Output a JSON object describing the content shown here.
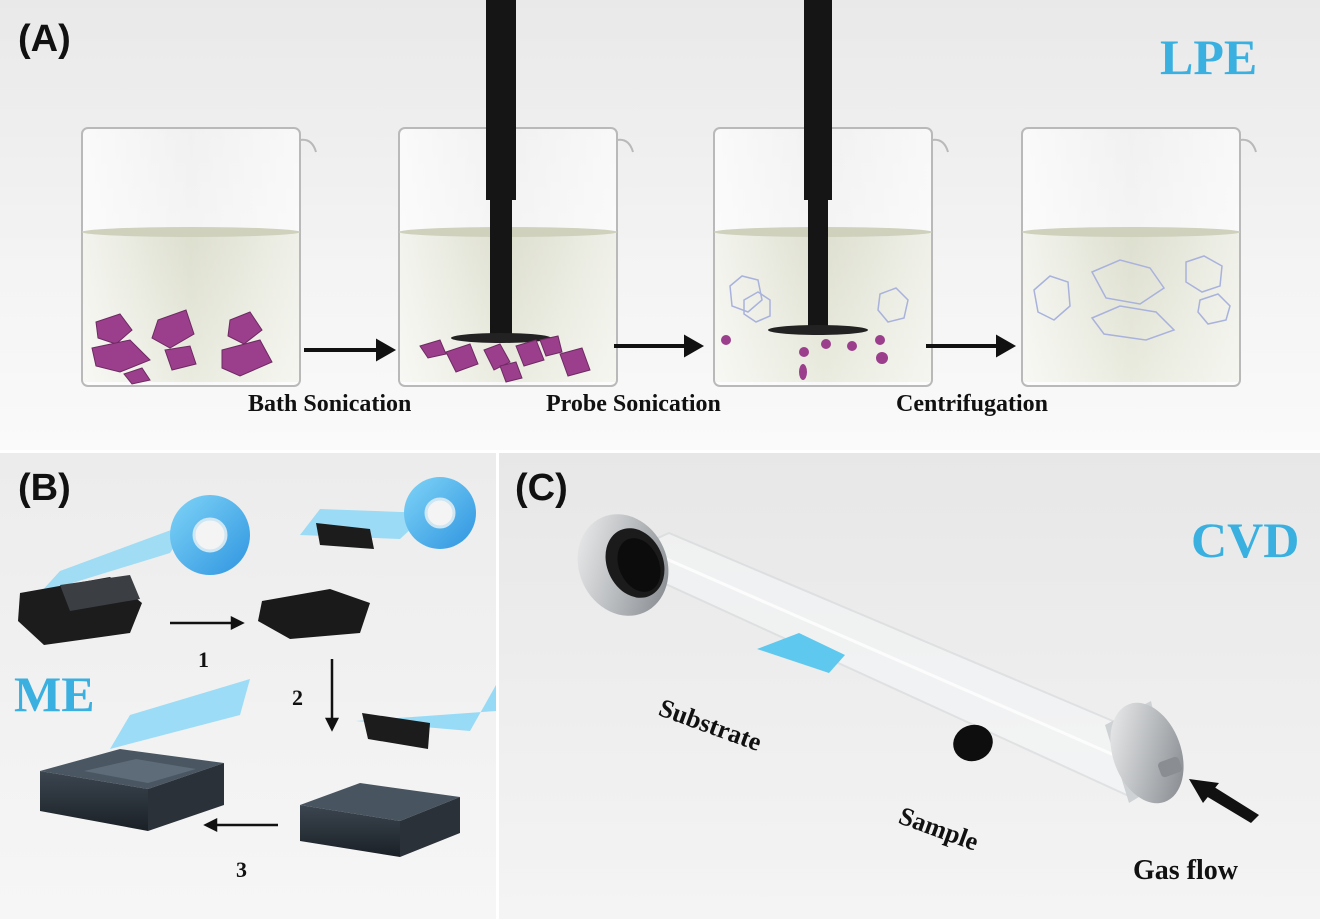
{
  "panel_a": {
    "label": "(A)",
    "method": "LPE",
    "steps": [
      "Bath Sonication",
      "Probe Sonication",
      "Centrifugation"
    ]
  },
  "panel_b": {
    "label": "(B)",
    "method": "ME",
    "steps": [
      "1",
      "2",
      "3"
    ]
  },
  "panel_c": {
    "label": "(C)",
    "method": "CVD",
    "labels": {
      "substrate": "Substrate",
      "sample": "Sample",
      "gas_flow": "Gas flow"
    }
  },
  "colors": {
    "accent_blue": "#3ab0e0",
    "crystal_purple": "#9b3f8c",
    "liquid": "#d9dccb",
    "probe": "#151515",
    "substrate_blue": "#5ec8ee",
    "tape_blue": "#3aa8ea"
  }
}
